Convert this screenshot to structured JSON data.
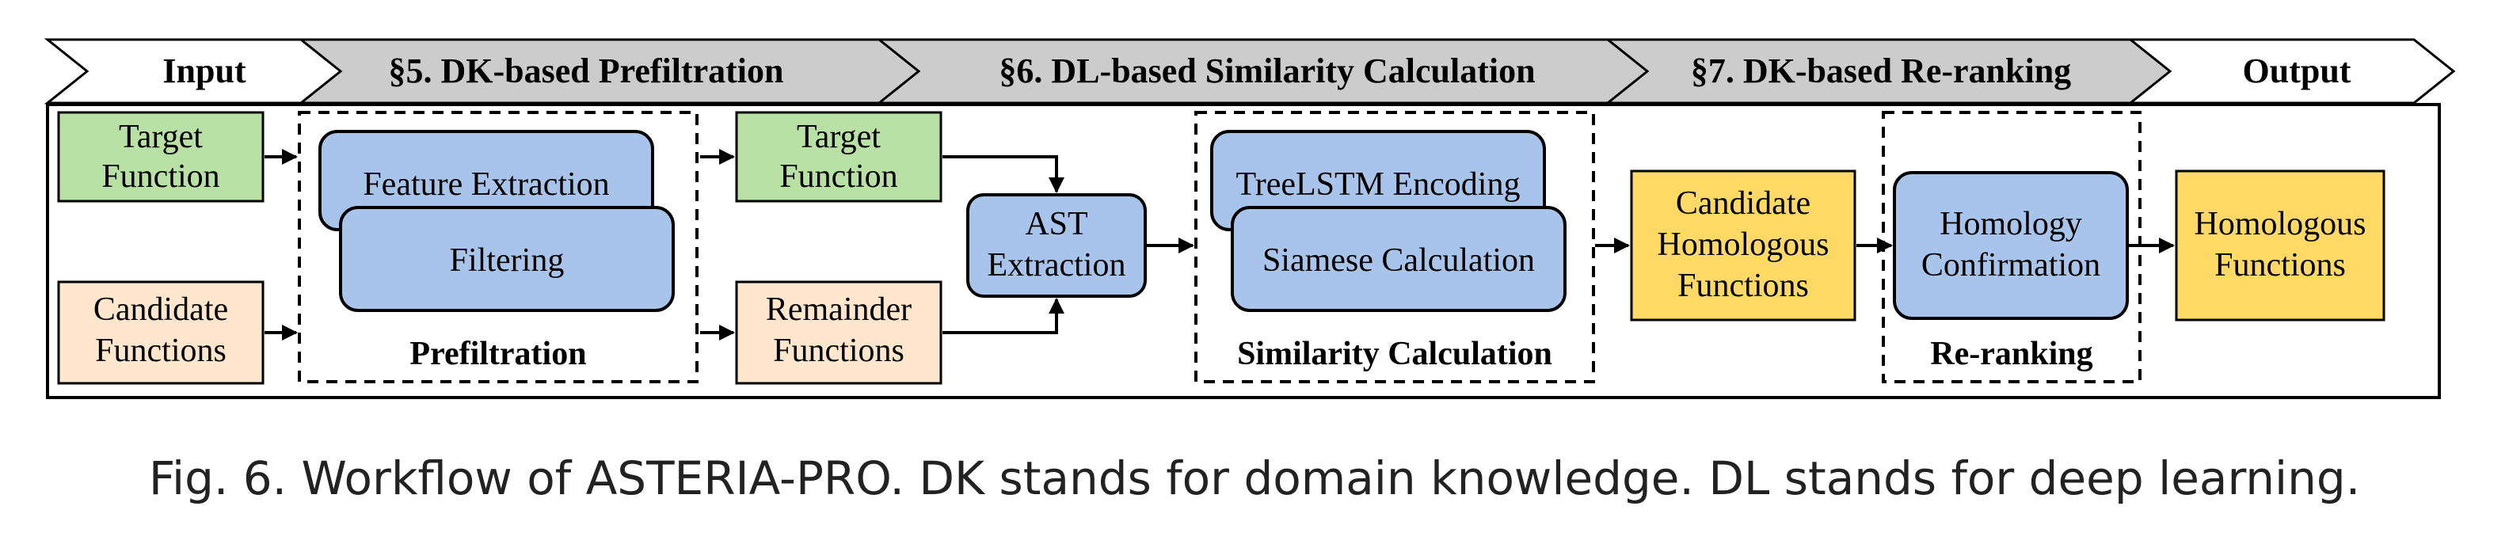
{
  "colors": {
    "green": "#b9e0a5",
    "orange": "#ffe6cc",
    "blue": "#a9c4eb",
    "yellow": "#ffd966",
    "stage_gray": "#cccccc"
  },
  "stages": {
    "input": "Input",
    "prefilter": "§5.  DK-based Prefiltration",
    "similarity": "§6. DL-based Similarity Calculation",
    "rerank": "§7.  DK-based Re-ranking",
    "output": "Output"
  },
  "boxes": {
    "target_in": [
      "Target",
      "Function"
    ],
    "candidate_in": [
      "Candidate",
      "Functions"
    ],
    "feature_extraction": [
      "Feature Extraction"
    ],
    "filtering": [
      "Filtering"
    ],
    "target_mid": [
      "Target",
      "Function"
    ],
    "remainder": [
      "Remainder",
      "Functions"
    ],
    "ast": [
      "AST",
      "Extraction"
    ],
    "treelstm": [
      "TreeLSTM Encoding"
    ],
    "siamese": [
      "Siamese Calculation"
    ],
    "candidate_homologous": [
      "Candidate",
      "Homologous",
      "Functions"
    ],
    "homology": [
      "Homology",
      "Confirmation"
    ],
    "homologous_out": [
      "Homologous",
      "Functions"
    ]
  },
  "groups": {
    "prefiltration": "Prefiltration",
    "similarity": "Similarity Calculation",
    "reranking": "Re-ranking"
  },
  "caption": "Fig. 6.  Workflow of ASTERIA-PRO. DK stands for domain knowledge. DL stands for deep learning."
}
